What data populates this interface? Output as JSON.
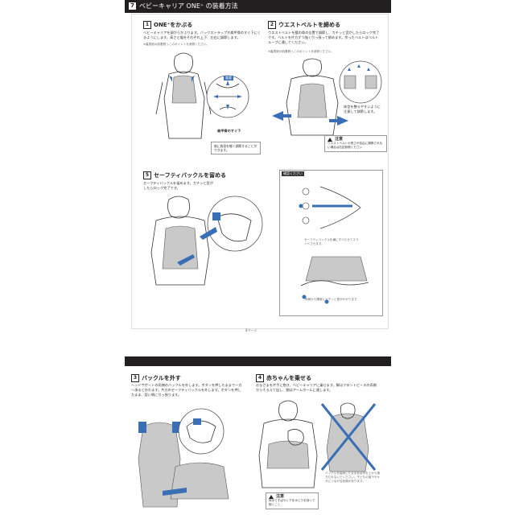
{
  "header": {
    "number": "7",
    "title": "ベビーキャリア ONE⁺ の装着方法"
  },
  "steps": {
    "s1": {
      "num": "1",
      "title": "ONE⁺をかぶる",
      "desc": "ベビーキャリアを頭からかぶります。バックストラップが肩甲骨のすぐ下にくるようにします。高さと幅をそれぞれ上下、左右に調節します。",
      "note": "※裏表紙の肌着脱っこのポイントを参照ください。",
      "label_top": "重要",
      "label_bottom": "肩甲骨のすぐ下",
      "callout": "肩に負担を軽く調節することができます。"
    },
    "s2": {
      "num": "2",
      "title": "ウエストベルトを締める",
      "desc": "ウエストベルトを腰の骨の位置で調節し、カチッと音がしたらロック完了です。ベルトを片方ずつ強く引っ張って締めます。余ったベルトはベルトループに通してください。",
      "note": "※裏表紙の肌着脱っこのポイントを参照ください。",
      "callout": "体型を整えやすいように注意して調節します。",
      "caution_title": "注意",
      "caution_text": "ウエストベルトの長さが自由に調節されない場合は右記参照ください"
    },
    "s5": {
      "num": "5",
      "title": "セーフティバックルを留める",
      "desc": "セーフティバックルを留めます。カチッと音がしたらロック完了です。",
      "panel_tag": "確認ください",
      "panel_note": "セーフティバックルを横にすべらせてスライドさせます。",
      "panel_bottom": "両側から確実にカチッと音がかかります"
    },
    "s3": {
      "num": "3",
      "title": "バックルを外す",
      "desc": "ヘッドサポートの両側のバックルを外します。ボタンを押したままで一方へ張ると外れます。片方のセーフティバックルを外します。ボタンを押したまま、容い側に引っ張ります。"
    },
    "s4": {
      "num": "4",
      "title": "赤ちゃんを乗せる",
      "desc": "おなさまを片手に抱き、ベビーキャリアに乗せます。脚はフロントピースの両側からそろえて出し、腕はアームホールに通します。",
      "right_note": "バックルを接続したまま乳幼児を上から抱きだれないでください。子どもの落下やケガにつながる危険があります。",
      "caution_title": "注意",
      "caution_text": "両手ですばやく下をゆとりを持って抱くこと"
    }
  },
  "footer": {
    "page_label": "8ページ"
  }
}
